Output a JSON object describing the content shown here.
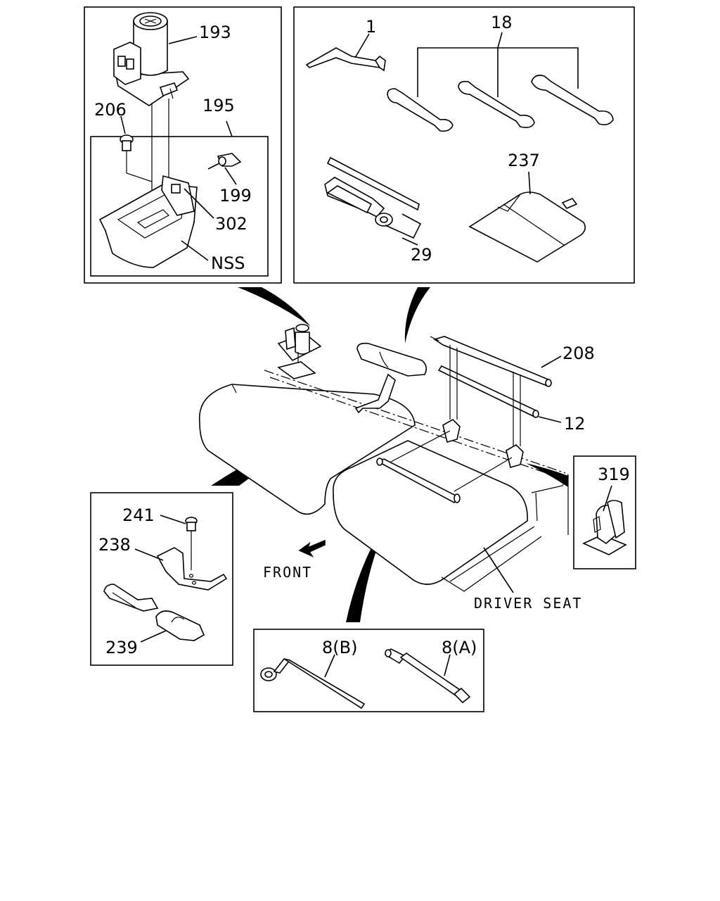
{
  "labels": {
    "p193": "193",
    "p206": "206",
    "p195": "195",
    "p199": "199",
    "p302": "302",
    "pNSS": "NSS",
    "p1": "1",
    "p18": "18",
    "p237": "237",
    "p29": "29",
    "p208": "208",
    "p12": "12",
    "p319": "319",
    "p241": "241",
    "p238": "238",
    "p239": "239",
    "front": "FRONT",
    "driver_seat": "DRIVER SEAT",
    "p8b": "8(B)",
    "p8a": "8(A)"
  },
  "colors": {
    "line": "#000000",
    "background": "#ffffff"
  }
}
